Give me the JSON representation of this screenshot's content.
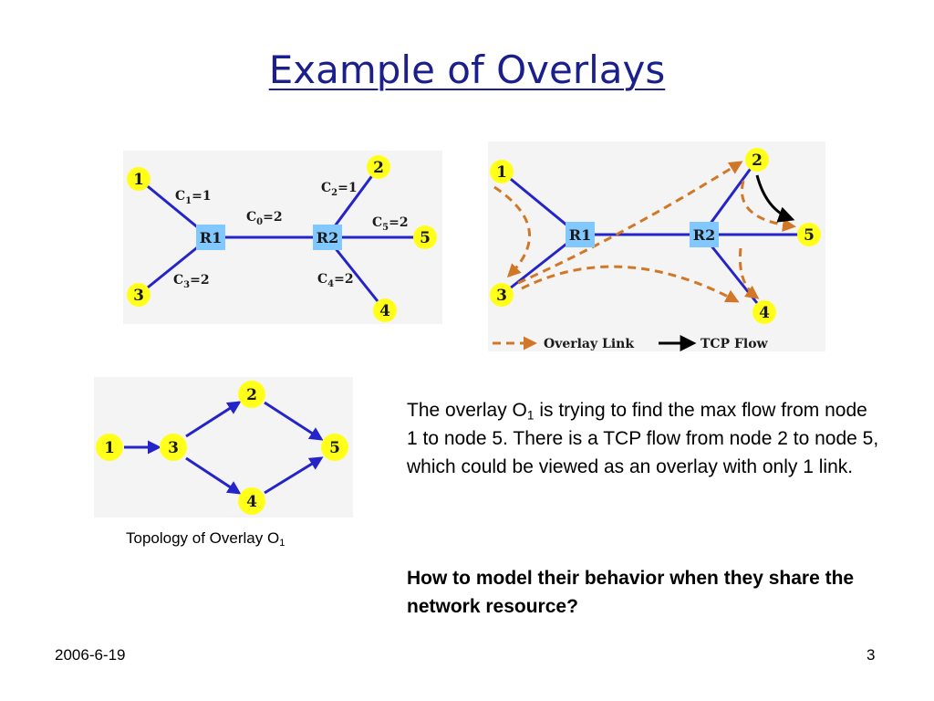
{
  "title": "Example of Overlays",
  "colors": {
    "title": "#1a1f8c",
    "link": "#2424c8",
    "node_fill": "#ffff1a",
    "router_fill": "#80c8ff",
    "overlay_link": "#d07828",
    "tcp_flow": "#000000"
  },
  "diagram1": {
    "nodes": [
      "1",
      "2",
      "3",
      "4",
      "5"
    ],
    "routers": [
      "R1",
      "R2"
    ],
    "capacities": [
      {
        "base": "C",
        "sub": "1",
        "rest": "=1"
      },
      {
        "base": "C",
        "sub": "0",
        "rest": "=2"
      },
      {
        "base": "C",
        "sub": "2",
        "rest": "=1"
      },
      {
        "base": "C",
        "sub": "5",
        "rest": "=2"
      },
      {
        "base": "C",
        "sub": "3",
        "rest": "=2"
      },
      {
        "base": "C",
        "sub": "4",
        "rest": "=2"
      }
    ]
  },
  "diagram2": {
    "nodes": [
      "1",
      "2",
      "3",
      "4",
      "5"
    ],
    "routers": [
      "R1",
      "R2"
    ],
    "legend": {
      "overlay_link": "Overlay Link",
      "tcp_flow": "TCP Flow"
    }
  },
  "diagram3": {
    "nodes": [
      "1",
      "2",
      "3",
      "4",
      "5"
    ],
    "caption": {
      "text": "Topology of Overlay O",
      "sub": "1"
    }
  },
  "description": {
    "part1": "The overlay O",
    "sub": "1",
    "part2": " is trying to find the max flow from node 1 to node 5. There is a TCP flow from node 2 to node 5, which could be viewed as an overlay with only 1 link."
  },
  "question": "How to model their behavior when they share the network resource?",
  "footer": {
    "date": "2006-6-19",
    "page": "3"
  }
}
